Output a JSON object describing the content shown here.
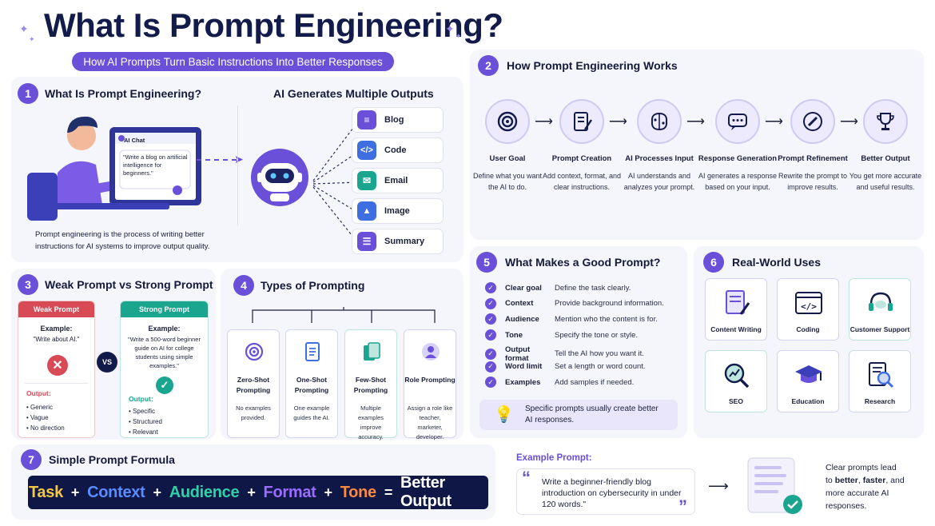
{
  "header": {
    "title": "What Is Prompt Engineering?",
    "subtitle": "How AI Prompts Turn Basic Instructions Into Better Responses"
  },
  "s1": {
    "num": "1",
    "title": "What Is Prompt Engineering?",
    "chat_label": "AI Chat",
    "chat_text": "\"Write a blog on artificial intelligence for beginners.\"",
    "outputs_title": "AI Generates Multiple Outputs",
    "outputs": [
      "Blog",
      "Code",
      "Email",
      "Image",
      "Summary"
    ],
    "description": "Prompt engineering is the process of writing better instructions for AI systems to improve output quality."
  },
  "s2": {
    "num": "2",
    "title": "How Prompt Engineering Works",
    "steps": [
      {
        "title": "User Goal",
        "desc": "Define what you want the AI to do.",
        "icon": "target-icon"
      },
      {
        "title": "Prompt Creation",
        "desc": "Add context, format, and clear instructions.",
        "icon": "document-pen-icon"
      },
      {
        "title": "AI Processes Input",
        "desc": "AI understands and analyzes your prompt.",
        "icon": "brain-circuit-icon"
      },
      {
        "title": "Response Generation",
        "desc": "AI generates a response based on your input.",
        "icon": "chat-bubble-icon"
      },
      {
        "title": "Prompt Refinement",
        "desc": "Rewrite the prompt to improve results.",
        "icon": "pencil-icon"
      },
      {
        "title": "Better Output",
        "desc": "You get more accurate and useful results.",
        "icon": "trophy-icon"
      }
    ]
  },
  "s3": {
    "num": "3",
    "title": "Weak Prompt vs Strong Prompt",
    "vs": "VS",
    "weak": {
      "label": "Weak Prompt",
      "example_label": "Example:",
      "example": "\"Write about AI.\"",
      "output_label": "Output:",
      "outputs": [
        "Generic",
        "Vague",
        "No direction"
      ],
      "color": "#d84a55"
    },
    "strong": {
      "label": "Strong Prompt",
      "example_label": "Example:",
      "example": "\"Write a 500-word beginner guide on AI for college students using simple examples.\"",
      "output_label": "Output:",
      "outputs": [
        "Specific",
        "Structured",
        "Relevant"
      ],
      "color": "#1aa58f"
    }
  },
  "s4": {
    "num": "4",
    "title": "Types of Prompting",
    "types": [
      {
        "name": "Zero-Shot Prompting",
        "desc": "No examples provided.",
        "icon": "target-icon"
      },
      {
        "name": "One-Shot Prompting",
        "desc": "One example guides the AI.",
        "icon": "document-icon"
      },
      {
        "name": "Few-Shot Prompting",
        "desc": "Multiple examples improve accuracy.",
        "icon": "documents-icon"
      },
      {
        "name": "Role Prompting",
        "desc": "Assign a role like teacher, marketer, developer.",
        "icon": "person-icon"
      }
    ]
  },
  "s5": {
    "num": "5",
    "title": "What Makes a Good Prompt?",
    "items": [
      {
        "label": "Clear goal",
        "desc": "Define the task clearly."
      },
      {
        "label": "Context",
        "desc": "Provide background information."
      },
      {
        "label": "Audience",
        "desc": "Mention who the content is for."
      },
      {
        "label": "Tone",
        "desc": "Specify the tone or style."
      },
      {
        "label": "Output format",
        "desc": "Tell the AI how you want it."
      },
      {
        "label": "Word limit",
        "desc": "Set a length or word count."
      },
      {
        "label": "Examples",
        "desc": "Add samples if needed."
      }
    ],
    "tip": "Specific prompts usually create better AI responses."
  },
  "s6": {
    "num": "6",
    "title": "Real-World Uses",
    "uses": [
      "Content Writing",
      "Coding",
      "Customer Support",
      "SEO",
      "Education",
      "Research"
    ]
  },
  "s7": {
    "num": "7",
    "title": "Simple Prompt Formula",
    "formula": [
      {
        "text": "Task",
        "color": "#f5c842"
      },
      {
        "text": "+",
        "color": "#ffffff"
      },
      {
        "text": "Context",
        "color": "#5a8cff"
      },
      {
        "text": "+",
        "color": "#ffffff"
      },
      {
        "text": "Audience",
        "color": "#2fd0a8"
      },
      {
        "text": "+",
        "color": "#ffffff"
      },
      {
        "text": "Format",
        "color": "#9b6cff"
      },
      {
        "text": "+",
        "color": "#ffffff"
      },
      {
        "text": "Tone",
        "color": "#ff8a3d"
      },
      {
        "text": "=",
        "color": "#ffffff"
      },
      {
        "text": "Better Output",
        "color": "#ffffff"
      }
    ],
    "example_label": "Example Prompt:",
    "example": "Write a beginner-friendly blog introduction on cybersecurity in under 120 words.\"",
    "closing": [
      "Clear prompts lead to ",
      "better",
      ", ",
      "faster",
      ",",
      "and more accurate AI responses."
    ]
  },
  "colors": {
    "accent": "#6a4fd8",
    "navy": "#131b4a"
  }
}
